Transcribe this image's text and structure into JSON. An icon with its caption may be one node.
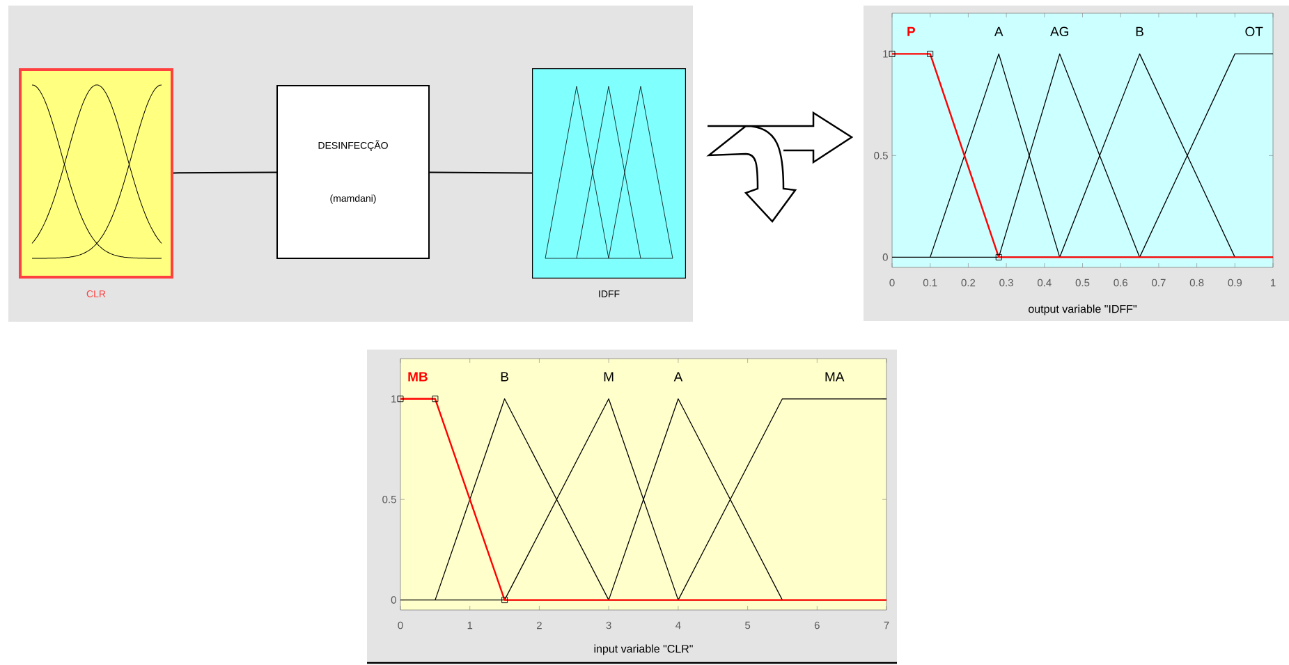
{
  "diagram": {
    "nodes": [
      {
        "text": [
          "CLR"
        ]
      },
      {
        "text": [
          "DESINFECÇÃO",
          "(mamdani)"
        ]
      },
      {
        "text": [
          "IDFF"
        ]
      }
    ],
    "edges": [
      {
        "from": 0,
        "to": 1,
        "arrow": "none"
      },
      {
        "from": 1,
        "to": 2,
        "arrow": "none"
      }
    ],
    "chart_data": [
      {
        "type": "line",
        "xlabel": "output variable \"IDFF\"",
        "x": [
          0,
          0.1,
          0.28,
          0.44,
          0.65,
          0.9,
          1
        ],
        "xlim": [
          0,
          1
        ],
        "ylim": [
          -0.05,
          1.2
        ],
        "xticks": [
          0,
          0.1,
          0.2,
          0.3,
          0.4,
          0.5,
          0.6,
          0.7,
          0.8,
          0.9,
          1
        ],
        "yticks": [
          0,
          0.5,
          1
        ],
        "series": [
          {
            "name": "P",
            "color": "#ff0000",
            "values": [
              1,
              1,
              0,
              0,
              0,
              0,
              0
            ]
          },
          {
            "name": "A",
            "color": "#000000",
            "values": [
              null,
              0,
              1,
              0,
              null,
              null,
              null
            ]
          },
          {
            "name": "AG",
            "color": "#000000",
            "values": [
              null,
              null,
              0,
              1,
              0,
              null,
              null
            ]
          },
          {
            "name": "B",
            "color": "#000000",
            "values": [
              null,
              null,
              null,
              0,
              1,
              0,
              null
            ]
          },
          {
            "name": "OT",
            "color": "#000000",
            "values": [
              null,
              null,
              null,
              null,
              0,
              1,
              1
            ]
          }
        ],
        "legend": "top"
      },
      {
        "type": "line",
        "xlabel": "input variable \"CLR\"",
        "x": [
          0,
          0.5,
          1.5,
          3,
          4,
          5.5,
          7
        ],
        "xlim": [
          0,
          7
        ],
        "ylim": [
          -0.05,
          1.2
        ],
        "xticks": [
          0,
          1,
          2,
          3,
          4,
          5,
          6,
          7
        ],
        "yticks": [
          0,
          0.5,
          1
        ],
        "series": [
          {
            "name": "MB",
            "color": "#ff0000",
            "values": [
              1,
              1,
              0,
              0,
              0,
              0,
              0
            ]
          },
          {
            "name": "B",
            "color": "#000000",
            "values": [
              null,
              0,
              1,
              0,
              null,
              null,
              null
            ]
          },
          {
            "name": "M",
            "color": "#000000",
            "values": [
              null,
              null,
              0,
              1,
              0,
              null,
              null
            ]
          },
          {
            "name": "A",
            "color": "#000000",
            "values": [
              null,
              null,
              null,
              0,
              1,
              0,
              null
            ]
          },
          {
            "name": "MA",
            "color": "#000000",
            "values": [
              null,
              null,
              null,
              null,
              0,
              1,
              1
            ]
          }
        ],
        "legend": "top"
      }
    ]
  }
}
